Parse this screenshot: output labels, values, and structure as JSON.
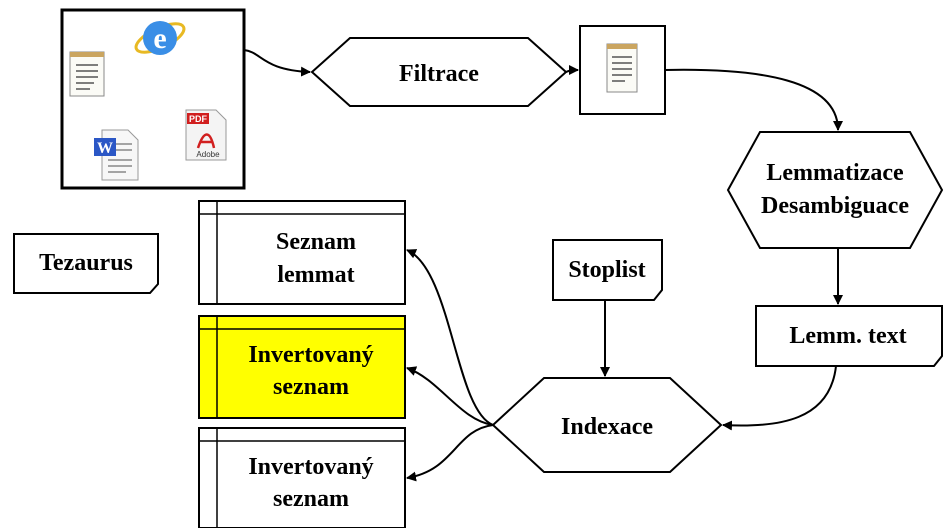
{
  "colors": {
    "highlight": "#ffff00",
    "stroke": "#000000",
    "word_icon": "#2b57c6",
    "ie_icon": "#3a8ee6",
    "pdf_icon": "#d11f1f"
  },
  "source_documents": {
    "icons": [
      "notepad-document-icon",
      "internet-explorer-icon",
      "word-document-icon",
      "pdf-adobe-icon"
    ],
    "pdf_label": "PDF",
    "adobe_label": "Adobe",
    "word_letter": "W",
    "ie_letter": "e"
  },
  "nodes": {
    "filtrace": "Filtrace",
    "filtered_doc_icon": "notepad-document-icon",
    "lemmatizace": "Lemmatizace",
    "desambiguace": "Desambiguace",
    "lemm_text": "Lemm. text",
    "stoplist": "Stoplist",
    "indexace": "Indexace",
    "tezaurus": "Tezaurus",
    "seznam_lemmat": [
      "Seznam",
      "lemmat"
    ],
    "invertovany_1": [
      "Invertovaný",
      "seznam"
    ],
    "invertovany_2": [
      "Invertovaný",
      "seznam"
    ]
  }
}
